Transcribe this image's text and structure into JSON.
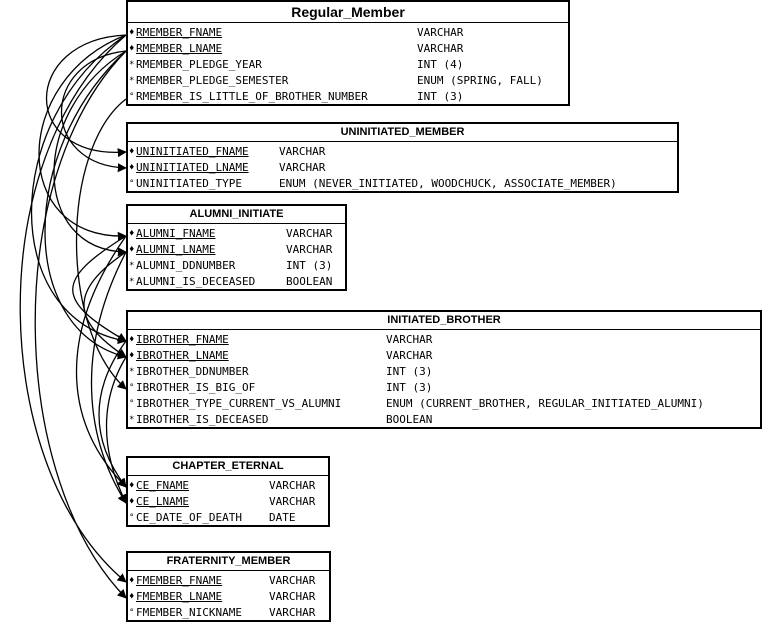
{
  "entities": {
    "regular_member": {
      "title": "Regular_Member",
      "attrs": [
        {
          "mark": "♦",
          "name": "RMEMBER_FNAME",
          "type": "VARCHAR"
        },
        {
          "mark": "♦",
          "name": "RMEMBER_LNAME",
          "type": "VARCHAR"
        },
        {
          "mark": "*",
          "name": "RMEMBER_PLEDGE_YEAR",
          "type": "INT (4)"
        },
        {
          "mark": "*",
          "name": "RMEMBER_PLEDGE_SEMESTER",
          "type": "ENUM (SPRING, FALL)"
        },
        {
          "mark": "°",
          "name": "RMEMBER_IS_LITTLE_OF_BROTHER_NUMBER",
          "type": "INT (3)"
        }
      ]
    },
    "uninitiated_member": {
      "title": "UNINITIATED_MEMBER",
      "attrs": [
        {
          "mark": "♦",
          "name": "UNINITIATED_FNAME",
          "type": "VARCHAR"
        },
        {
          "mark": "♦",
          "name": "UNINITIATED_LNAME",
          "type": "VARCHAR"
        },
        {
          "mark": "°",
          "name": "UNINITIATED_TYPE",
          "type": "ENUM (NEVER_INITIATED, WOODCHUCK, ASSOCIATE_MEMBER)"
        }
      ]
    },
    "alumni_initiate": {
      "title": "ALUMNI_INITIATE",
      "attrs": [
        {
          "mark": "♦",
          "name": "ALUMNI_FNAME",
          "type": "VARCHAR"
        },
        {
          "mark": "♦",
          "name": "ALUMNI_LNAME",
          "type": "VARCHAR"
        },
        {
          "mark": "*",
          "name": "ALUMNI_DDNUMBER",
          "type": "INT (3)"
        },
        {
          "mark": "*",
          "name": "ALUMNI_IS_DECEASED",
          "type": "BOOLEAN"
        }
      ]
    },
    "initiated_brother": {
      "title": "INITIATED_BROTHER",
      "attrs": [
        {
          "mark": "♦",
          "name": "IBROTHER_FNAME",
          "type": "VARCHAR"
        },
        {
          "mark": "♦",
          "name": "IBROTHER_LNAME",
          "type": "VARCHAR"
        },
        {
          "mark": "*",
          "name": "IBROTHER_DDNUMBER",
          "type": "INT (3)"
        },
        {
          "mark": "°",
          "name": "IBROTHER_IS_BIG_OF",
          "type": "INT (3)"
        },
        {
          "mark": "°",
          "name": "IBROTHER_TYPE_CURRENT_VS_ALUMNI",
          "type": "ENUM (CURRENT_BROTHER, REGULAR_INITIATED_ALUMNI)"
        },
        {
          "mark": "*",
          "name": "IBROTHER_IS_DECEASED",
          "type": "BOOLEAN"
        }
      ]
    },
    "chapter_eternal": {
      "title": "CHAPTER_ETERNAL",
      "attrs": [
        {
          "mark": "♦",
          "name": "CE_FNAME",
          "type": "VARCHAR"
        },
        {
          "mark": "♦",
          "name": "CE_LNAME",
          "type": "VARCHAR"
        },
        {
          "mark": "°",
          "name": "CE_DATE_OF_DEATH",
          "type": "DATE"
        }
      ]
    },
    "fraternity_member": {
      "title": "FRATERNITY_MEMBER",
      "attrs": [
        {
          "mark": "♦",
          "name": "FMEMBER_FNAME",
          "type": "VARCHAR"
        },
        {
          "mark": "♦",
          "name": "FMEMBER_LNAME",
          "type": "VARCHAR"
        },
        {
          "mark": "°",
          "name": "FMEMBER_NICKNAME",
          "type": "VARCHAR"
        }
      ]
    }
  }
}
